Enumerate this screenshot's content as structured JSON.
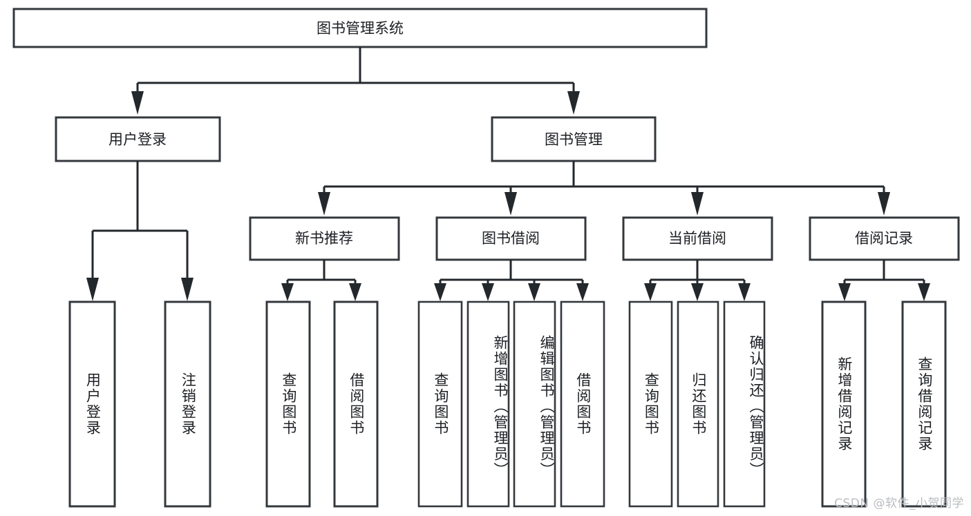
{
  "diagram": {
    "title": "图书管理系统",
    "type": "tree-hierarchy",
    "root": {
      "label": "图书管理系统"
    },
    "level2": [
      {
        "label": "用户登录"
      },
      {
        "label": "图书管理"
      }
    ],
    "level3": [
      {
        "label": "新书推荐"
      },
      {
        "label": "图书借阅"
      },
      {
        "label": "当前借阅"
      },
      {
        "label": "借阅记录"
      }
    ],
    "leaves": {
      "user_login": [
        {
          "label": "用户登录"
        },
        {
          "label": "注销登录"
        }
      ],
      "new_book_recommend": [
        {
          "label": "查询图书"
        },
        {
          "label": "借阅图书"
        }
      ],
      "book_borrow": [
        {
          "label": "查询图书"
        },
        {
          "label": "新增图书（管理员）"
        },
        {
          "label": "编辑图书（管理员）"
        },
        {
          "label": "借阅图书"
        }
      ],
      "current_borrow": [
        {
          "label": "查询图书"
        },
        {
          "label": "归还图书"
        },
        {
          "label": "确认归还（管理员）"
        }
      ],
      "borrow_record": [
        {
          "label": "新增借阅记录"
        },
        {
          "label": "查询借阅记录"
        }
      ]
    }
  },
  "watermark": {
    "text": "CSDN @软件_小贺同学"
  },
  "colors": {
    "box_stroke": "#33383d",
    "connector": "#23282d",
    "text": "#1b1f23",
    "background": "#ffffff",
    "watermark": "#b9bcc0"
  }
}
